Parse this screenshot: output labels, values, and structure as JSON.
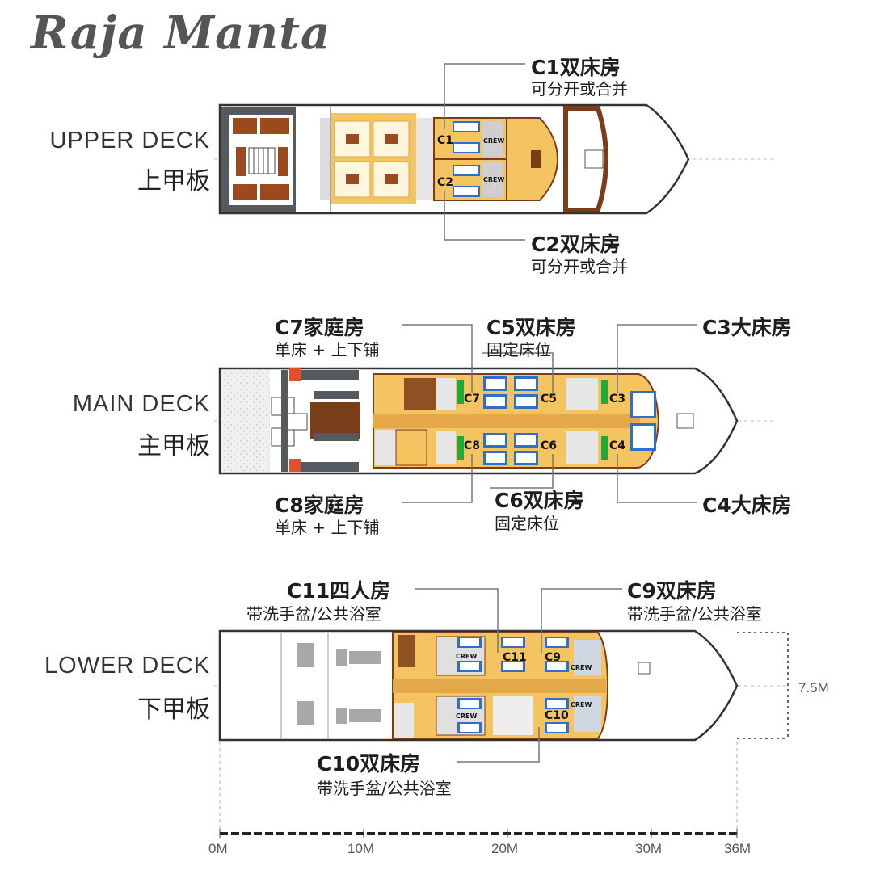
{
  "title": "Raja Manta",
  "decks": {
    "upper": {
      "en": "UPPER DECK",
      "zh": "上甲板"
    },
    "main": {
      "en": "MAIN DECK",
      "zh": "主甲板"
    },
    "lower": {
      "en": "LOWER DECK",
      "zh": "下甲板"
    }
  },
  "cabins": {
    "c1": {
      "title": "C1双床房",
      "sub": "可分开或合并",
      "code": "C1"
    },
    "c2": {
      "title": "C2双床房",
      "sub": "可分开或合并",
      "code": "C2"
    },
    "c3": {
      "title": "C3大床房",
      "code": "C3"
    },
    "c4": {
      "title": "C4大床房",
      "code": "C4"
    },
    "c5": {
      "title": "C5双床房",
      "sub": "固定床位",
      "code": "C5"
    },
    "c6": {
      "title": "C6双床房",
      "sub": "固定床位",
      "code": "C6"
    },
    "c7": {
      "title": "C7家庭房",
      "sub": "单床 + 上下铺",
      "code": "C7"
    },
    "c8": {
      "title": "C8家庭房",
      "sub": "单床 + 上下铺",
      "code": "C8"
    },
    "c9": {
      "title": "C9双床房",
      "sub": "带洗手盆/公共浴室",
      "code": "C9"
    },
    "c10": {
      "title": "C10双床房",
      "sub": "带洗手盆/公共浴室",
      "code": "C10"
    },
    "c11": {
      "title": "C11四人房",
      "sub": "带洗手盆/公共浴室",
      "code": "C11"
    }
  },
  "crew_label": "CREW",
  "dimension": {
    "beam": "7.5M"
  },
  "scale": {
    "marks": [
      "0M",
      "10M",
      "20M",
      "30M",
      "36M"
    ]
  },
  "colors": {
    "deck": "#f3c45f",
    "hull_dark": "#555a5e",
    "bed": "#2f6fc9",
    "wood": "#7a3d1a",
    "accent_red": "#e0502a",
    "seat_green": "#1faa3c",
    "leader": "#777777"
  }
}
